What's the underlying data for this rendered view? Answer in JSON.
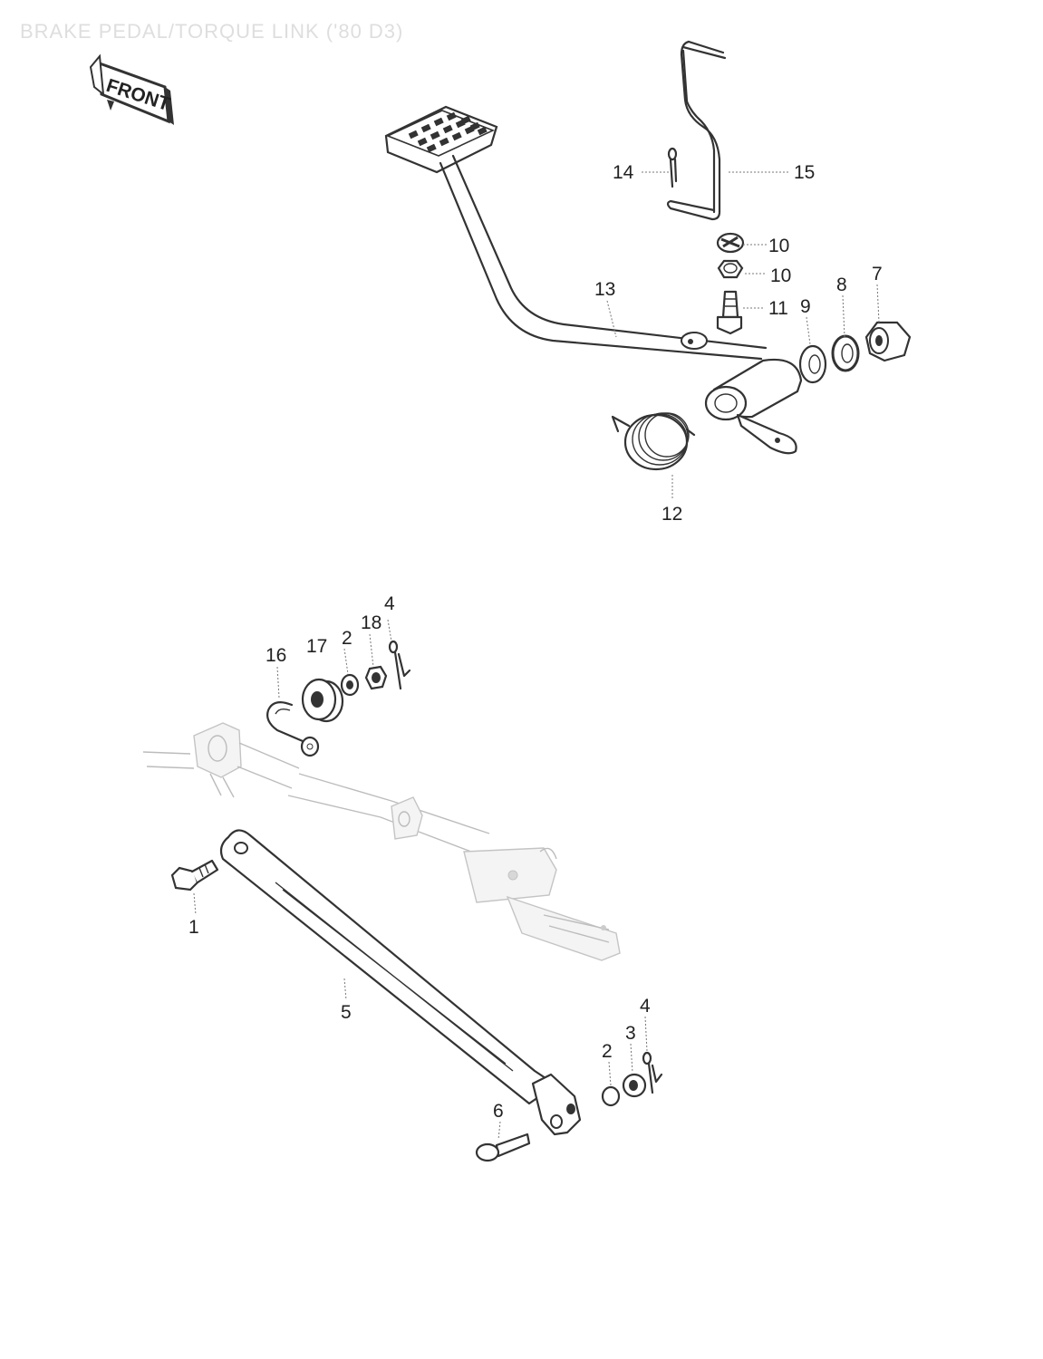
{
  "title": "BRAKE PEDAL/TORQUE LINK ('80 D3)",
  "front_label": "FRONT",
  "callouts": {
    "c1": "1",
    "c2a": "2",
    "c2b": "2",
    "c3": "3",
    "c4a": "4",
    "c4b": "4",
    "c5": "5",
    "c6": "6",
    "c7": "7",
    "c8": "8",
    "c9": "9",
    "c10a": "10",
    "c10b": "10",
    "c11": "11",
    "c12": "12",
    "c13": "13",
    "c14": "14",
    "c15": "15",
    "c16": "16",
    "c17": "17",
    "c18": "18"
  },
  "colors": {
    "line": "#333333",
    "faint": "#bcbcbc",
    "title": "#dedede"
  }
}
